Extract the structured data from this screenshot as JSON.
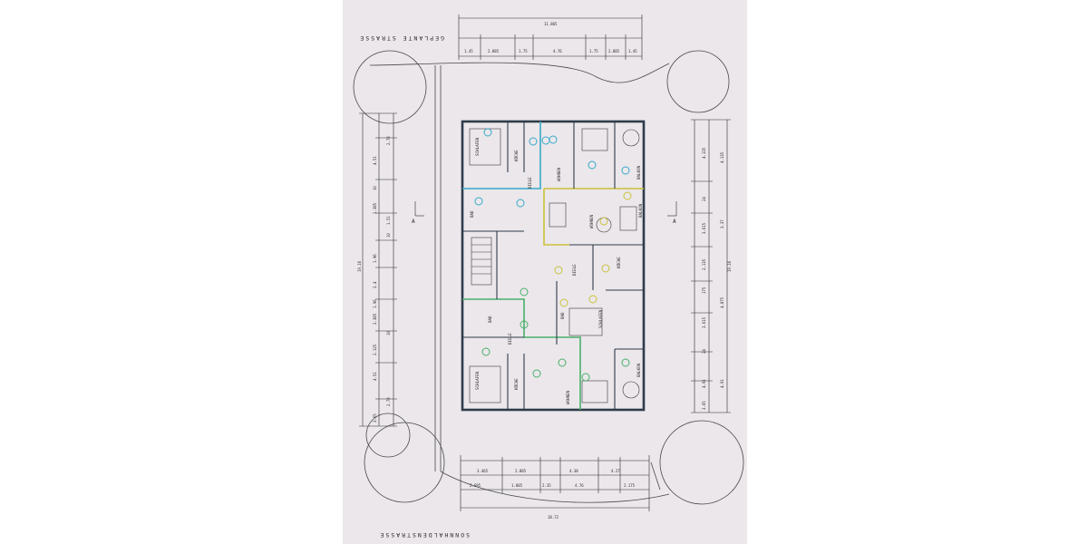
{
  "drawing": {
    "street_top": "GEPLANTE STRASSE",
    "street_bottom": "SONNHALDENSTRASSE",
    "section_marker": "A",
    "markers": {
      "colors": {
        "cyan": "#36a9c9",
        "yellow": "#c9c23a",
        "green": "#49b06a"
      }
    },
    "units": {
      "u1": {
        "schlafen": "SCHLAFEN",
        "kueche": "KÜCHE",
        "wohnen": "WOHNEN",
        "balkon": "BALKON",
        "diele": "DIELE",
        "bad": "BAD"
      },
      "u2": {
        "wohnen": "WOHNEN",
        "balkon": "BALKON",
        "kueche": "KÜCHE",
        "diele": "DIELE",
        "schlafen": "SCHLAFEN",
        "bad": "BAD"
      },
      "u3": {
        "bad": "BAD",
        "diele": "DIELE",
        "schlafen": "SCHLAFEN",
        "kueche": "KÜCHE",
        "wohnen": "WOHNEN",
        "balkon": "BALKON"
      }
    },
    "dimensions": {
      "top_total": "11.865",
      "top_row": [
        "1.45",
        "2.885",
        "1.75",
        "4.76",
        "1.75",
        "2.885",
        "1.45"
      ],
      "bottom_total": "18.72",
      "bottom_row1": [
        "3.465",
        "2.885",
        "4.38",
        "4.27"
      ],
      "bottom_row2": [
        "2.695",
        "1.885",
        "2.35",
        "4.76",
        "2.175"
      ],
      "left_total": "19.16",
      "left_col": [
        "2.78",
        "4.51",
        "10",
        "2.385",
        "1.51",
        "10",
        "1.96",
        "2.4",
        "1.96",
        "2.385",
        "10",
        "2.125",
        "4.51",
        "2.78",
        "3.65"
      ],
      "right_total": "19.16",
      "right_col": [
        "4.135",
        "24",
        "3.615",
        "2.135",
        "175",
        "3.615",
        "24",
        "4.91",
        "3.65"
      ],
      "right_col2": [
        "4.135",
        "3.37",
        "4.875",
        "4.91"
      ]
    }
  }
}
